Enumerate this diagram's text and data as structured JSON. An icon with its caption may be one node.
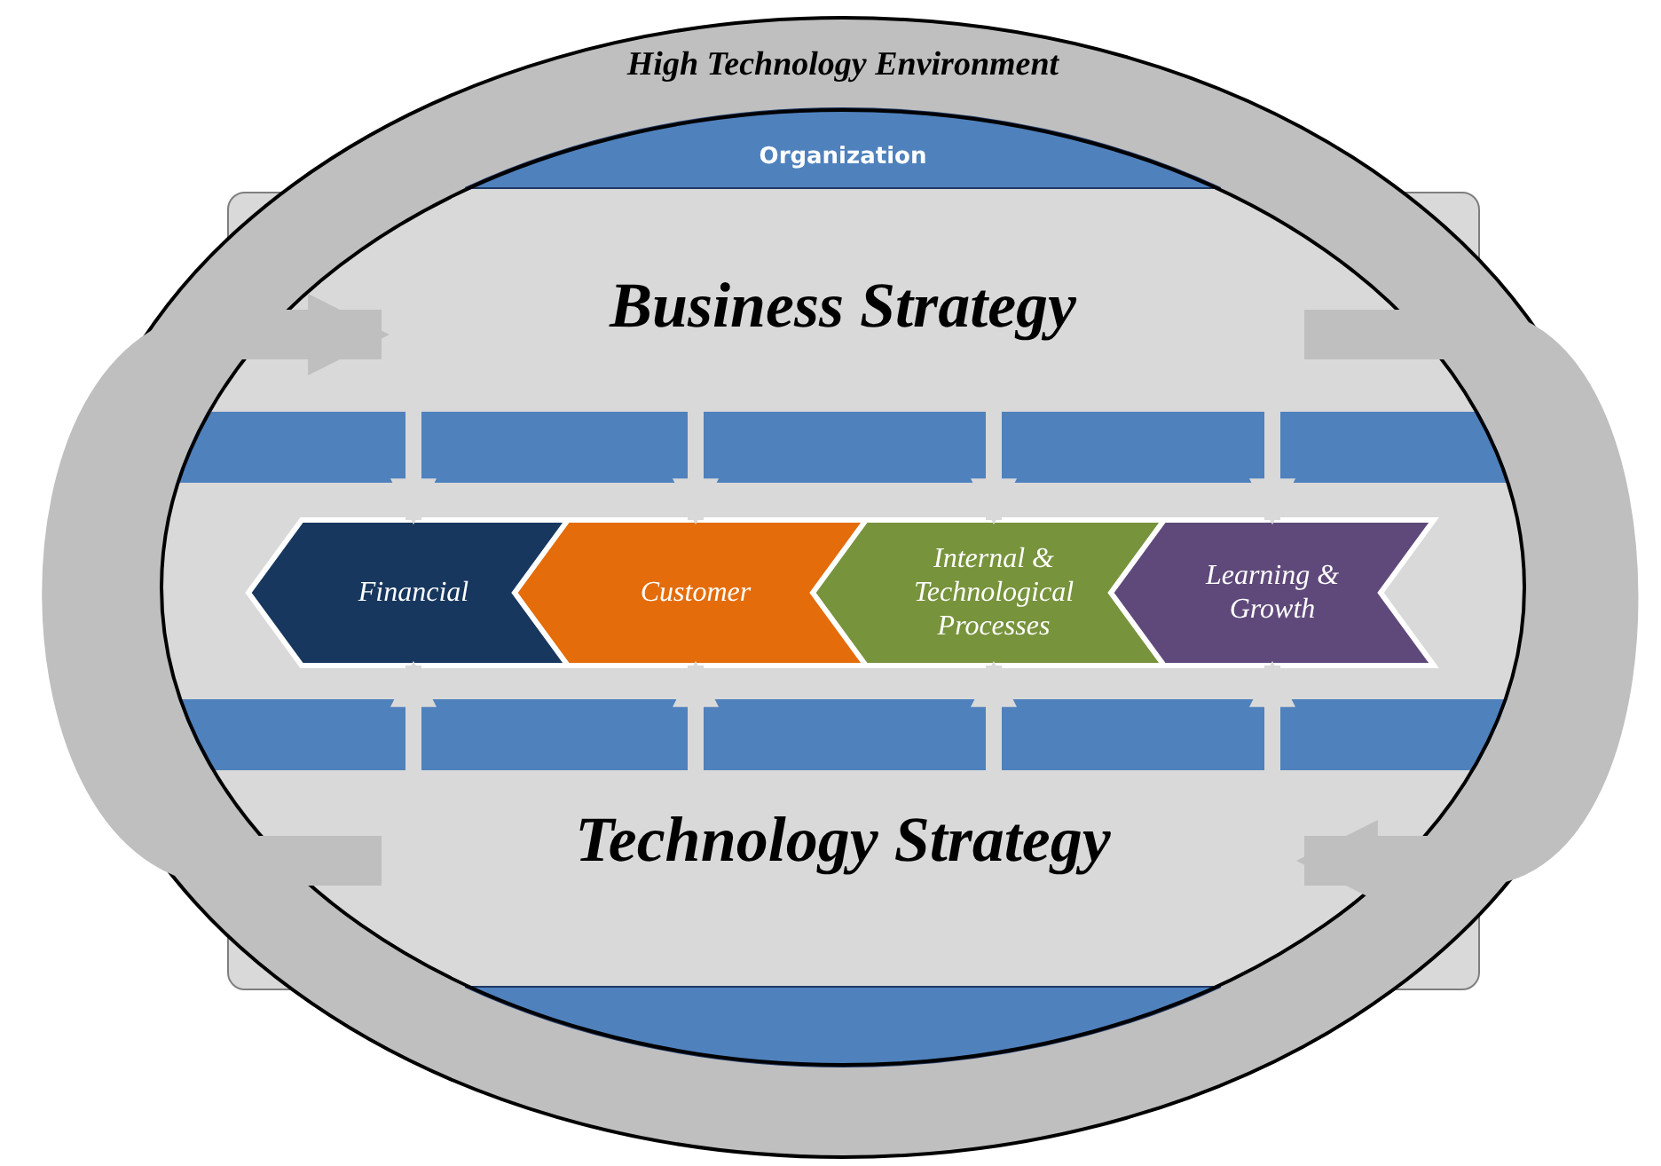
{
  "diagram": {
    "nodes": [
      {
        "text": [
          "High Technology Environment"
        ]
      },
      {
        "text": [
          "Organization"
        ],
        "in": 0
      },
      {
        "text": [
          "Business Strategy"
        ],
        "in": 1
      },
      {
        "text": [
          "Technology Strategy"
        ],
        "in": 1
      },
      {
        "text": [
          "Financial"
        ],
        "in": 1
      },
      {
        "text": [
          "Customer"
        ],
        "in": 1
      },
      {
        "text": [
          "Internal & Technological Processes"
        ],
        "in": 1
      },
      {
        "text": [
          "Learning & Growth"
        ],
        "in": 1
      }
    ],
    "edges": [
      {
        "from": 2,
        "to": 4,
        "arrow": "to"
      },
      {
        "from": 2,
        "to": 5,
        "arrow": "to"
      },
      {
        "from": 2,
        "to": 6,
        "arrow": "to"
      },
      {
        "from": 2,
        "to": 7,
        "arrow": "to"
      },
      {
        "from": 3,
        "to": 4,
        "arrow": "to"
      },
      {
        "from": 3,
        "to": 5,
        "arrow": "to"
      },
      {
        "from": 3,
        "to": 6,
        "arrow": "to"
      },
      {
        "from": 3,
        "to": 7,
        "arrow": "to"
      },
      {
        "from": 3,
        "to": 2,
        "arrow": "to",
        "style": "thick"
      },
      {
        "from": 2,
        "to": 3,
        "arrow": "to",
        "style": "thick"
      }
    ]
  }
}
